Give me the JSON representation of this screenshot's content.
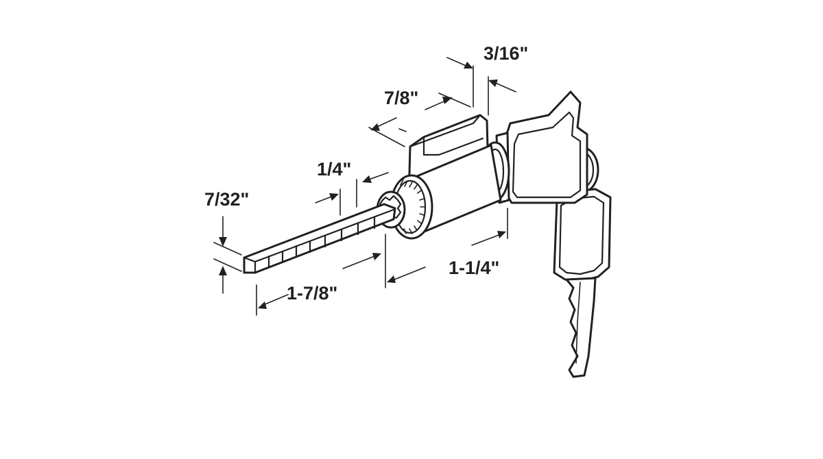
{
  "diagram": {
    "dimensions": {
      "tailpiece_width": "7/32\"",
      "tailpiece_length": "1-7/8\"",
      "tailpiece_segment": "1/4\"",
      "cam_width": "7/8\"",
      "cam_thickness": "3/16\"",
      "cylinder_length": "1-1/4\""
    },
    "colors": {
      "line": "#231f20",
      "background": "#ffffff"
    }
  }
}
